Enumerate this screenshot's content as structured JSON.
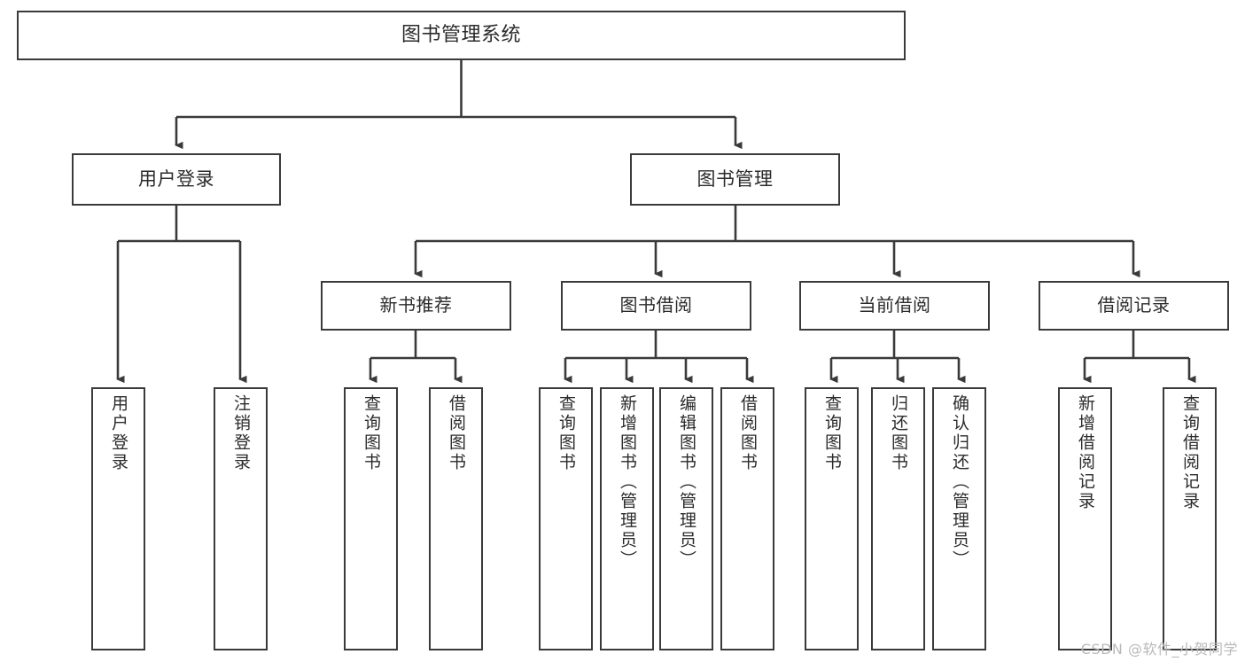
{
  "diagram": {
    "title": "图书管理系统",
    "type": "tree-hierarchy-chart",
    "watermark": "CSDN @软件_小贺同学",
    "colors": {
      "background": "#ffffff",
      "box_border": "#3a3a3a",
      "box_fill": "#ffffff",
      "connector": "#3a3a3a",
      "text": "#2b2b2b",
      "watermark": "#b9b9b9"
    },
    "root": {
      "id": "root",
      "label": "图书管理系统"
    },
    "level1": [
      {
        "id": "user-login",
        "label": "用户登录"
      },
      {
        "id": "book-management",
        "label": "图书管理"
      }
    ],
    "level2": [
      {
        "id": "new-book-recommend",
        "label": "新书推荐",
        "parent": "book-management"
      },
      {
        "id": "book-borrow",
        "label": "图书借阅",
        "parent": "book-management"
      },
      {
        "id": "current-borrow",
        "label": "当前借阅",
        "parent": "book-management"
      },
      {
        "id": "borrow-record",
        "label": "借阅记录",
        "parent": "book-management"
      }
    ],
    "leaves": {
      "user-login": [
        {
          "id": "leaf-user-login",
          "label": "用户登录"
        },
        {
          "id": "leaf-user-logout",
          "label": "注销登录"
        }
      ],
      "new-book-recommend": [
        {
          "id": "leaf-query-book-1",
          "label": "查询图书"
        },
        {
          "id": "leaf-borrow-book-1",
          "label": "借阅图书"
        }
      ],
      "book-borrow": [
        {
          "id": "leaf-query-book-2",
          "label": "查询图书"
        },
        {
          "id": "leaf-add-book",
          "label": "新增图书（管理员）"
        },
        {
          "id": "leaf-edit-book",
          "label": "编辑图书（管理员）"
        },
        {
          "id": "leaf-borrow-book-2",
          "label": "借阅图书"
        }
      ],
      "current-borrow": [
        {
          "id": "leaf-query-book-3",
          "label": "查询图书"
        },
        {
          "id": "leaf-return-book",
          "label": "归还图书"
        },
        {
          "id": "leaf-confirm-return",
          "label": "确认归还（管理员）"
        }
      ],
      "borrow-record": [
        {
          "id": "leaf-add-record",
          "label": "新增借阅记录"
        },
        {
          "id": "leaf-query-record",
          "label": "查询借阅记录"
        }
      ]
    }
  }
}
